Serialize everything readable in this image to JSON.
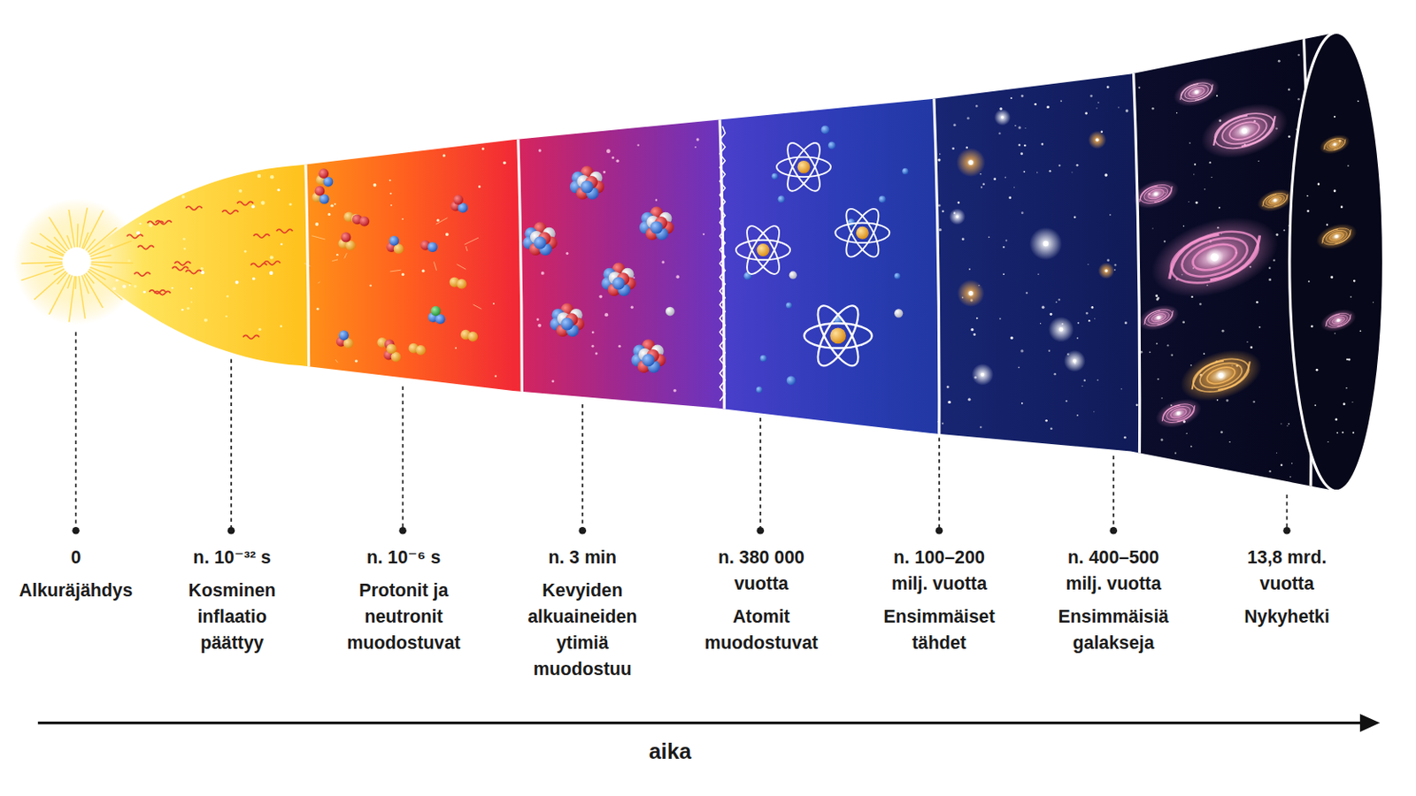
{
  "diagram": {
    "labels": [
      "0",
      "Alkuräjähdys",
      "n. 10⁻³² s",
      "Kosminen inflaatio päättyy",
      "n. 10⁻⁶ s",
      "Protonit ja neutronit muodostuvat",
      "n. 3 min",
      "Kevyiden alkuaineiden ytimiä muodostuu",
      "n. 380 000 vuotta",
      "Atomit muodostuvat",
      "n. 100–200 milj. vuotta",
      "Ensimmäiset tähdet",
      "n. 400–500 milj. vuotta",
      "Ensimmäisiä galakseja",
      "13,8 mrd. vuotta",
      "Nykyhetki",
      "aika"
    ]
  }
}
